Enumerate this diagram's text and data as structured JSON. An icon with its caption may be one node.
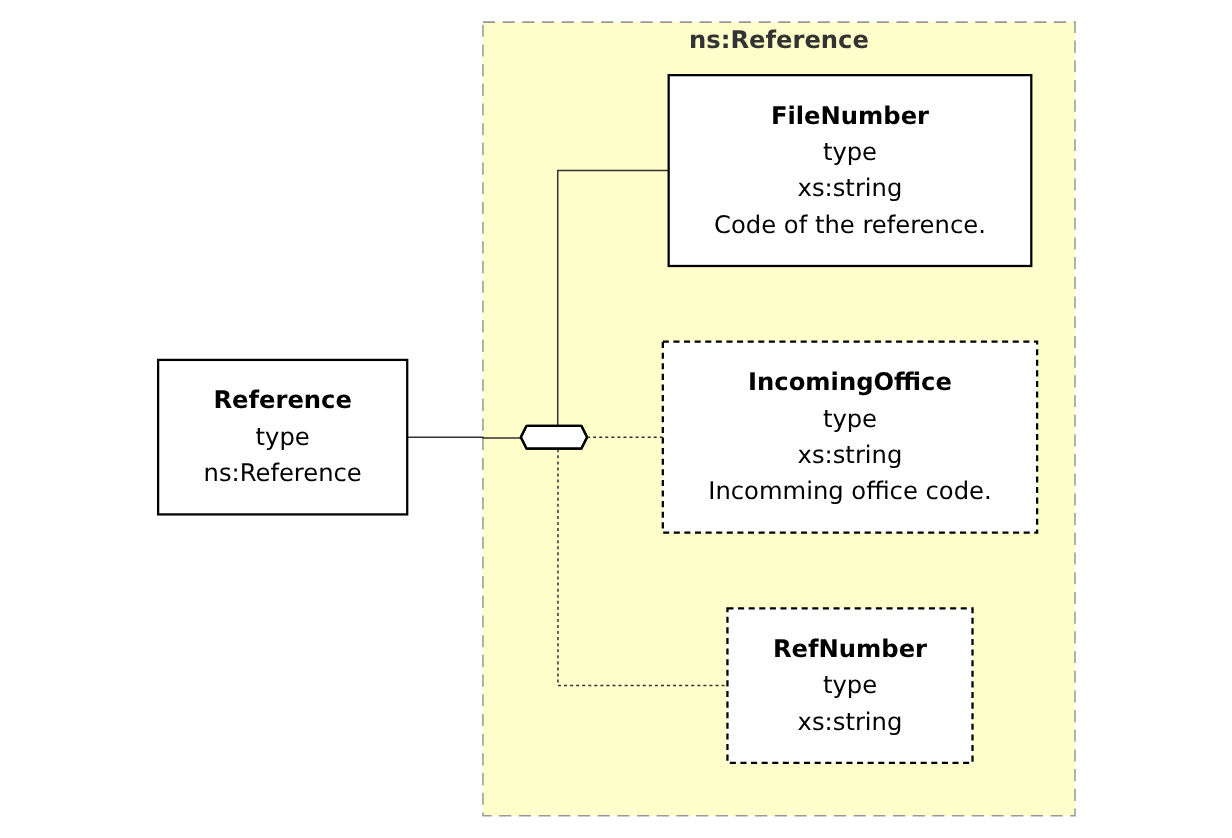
{
  "diagram": {
    "nodes": [
      {
        "text": [
          "Reference",
          "type",
          "ns:Reference"
        ]
      },
      {
        "text": [
          "ns:Reference"
        ]
      },
      {
        "text": [],
        "shape": "hexagon",
        "in": 1
      },
      {
        "text": [
          "FileNumber",
          "type",
          "xs:string",
          "Code of the reference."
        ],
        "in": 1
      },
      {
        "text": [
          "IncomingOffice",
          "type",
          "xs:string",
          "Incomming office code."
        ],
        "in": 1
      },
      {
        "text": [
          "RefNumber",
          "type",
          "xs:string"
        ],
        "in": 1
      }
    ],
    "edges": [
      {
        "from": 0,
        "to": 2,
        "arrow": "none"
      },
      {
        "from": 2,
        "to": 3,
        "arrow": "none"
      },
      {
        "from": 2,
        "to": 4,
        "arrow": "none",
        "style": "dashed"
      },
      {
        "from": 2,
        "to": 5,
        "arrow": "none",
        "style": "dashed"
      }
    ]
  }
}
